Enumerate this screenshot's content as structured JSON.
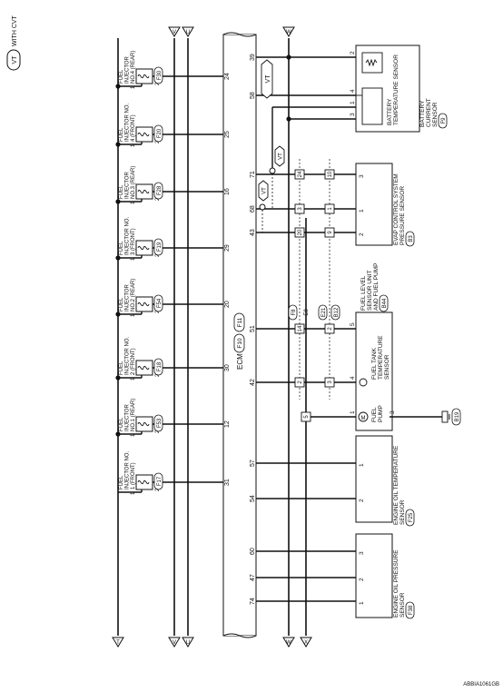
{
  "legend": {
    "badge": "VT",
    "text": "WITH CVT"
  },
  "ecm": {
    "label": "ECM",
    "connectors": [
      "F10",
      "F11"
    ]
  },
  "injectors": [
    {
      "lines": [
        "FUEL",
        "INJECTOR NO.",
        "1 (FRONT)"
      ],
      "connector": "F17",
      "ecm_pin": "31"
    },
    {
      "lines": [
        "FUEL",
        "INJECTOR",
        "NO.1 (REAR)"
      ],
      "connector": "F53",
      "ecm_pin": "12"
    },
    {
      "lines": [
        "FUEL",
        "INJECTOR NO.",
        "2 (FRONT)"
      ],
      "connector": "F18",
      "ecm_pin": "30"
    },
    {
      "lines": [
        "FUEL",
        "INJECTOR",
        "NO.2 (REAR)"
      ],
      "connector": "F54",
      "ecm_pin": "20"
    },
    {
      "lines": [
        "FUEL",
        "INJECTOR NO.",
        "3 (FRONT)"
      ],
      "connector": "F19",
      "ecm_pin": "29"
    },
    {
      "lines": [
        "FUEL",
        "INJECTOR",
        "NO.3 (REAR)"
      ],
      "connector": "F28",
      "ecm_pin": "16"
    },
    {
      "lines": [
        "FUEL",
        "INJECTOR NO.",
        "4 (FRONT)"
      ],
      "connector": "F20",
      "ecm_pin": "25"
    },
    {
      "lines": [
        "FUEL",
        "INJECTOR",
        "NO.4 (REAR)"
      ],
      "connector": "F30",
      "ecm_pin": "24"
    }
  ],
  "rail_terminals": [
    "T",
    "U",
    "V",
    "W",
    "X"
  ],
  "ecm_pins_right": [
    "39",
    "58",
    "71",
    "68",
    "43",
    "51",
    "42",
    "57",
    "54",
    "60",
    "47",
    "74"
  ],
  "battery_sensor": {
    "lines": [
      "BATTERY",
      "CURRENT",
      "SENSOR"
    ],
    "temp_lines": [
      "BATTERY",
      "TEMPERATURE SENSOR"
    ],
    "connector": "F9",
    "pins": [
      "2",
      "4",
      "1",
      "3"
    ]
  },
  "evap_sensor": {
    "lines": [
      "EVAP CONTROL SYSTEM",
      "PRESSURE SENSOR"
    ],
    "connector": "B3",
    "pins": [
      "3",
      "1",
      "2"
    ]
  },
  "fuel_level": {
    "lines": [
      "FUEL LEVEL",
      "SENSOR UNIT",
      "AND FUEL PUMP"
    ],
    "connector": "B44",
    "temp_lines": [
      "FUEL TANK",
      "TEMPERATURE",
      "SENSOR"
    ],
    "pump_lines": [
      "FUEL",
      "PUMP"
    ],
    "pins": [
      "5",
      "4",
      "1",
      "3"
    ],
    "ground": "B19"
  },
  "eot_sensor": {
    "lines": [
      "ENGINE OIL TEMPERATURE",
      "SENSOR"
    ],
    "connector": "F25",
    "pins": [
      "1",
      "2"
    ]
  },
  "eop_sensor": {
    "lines": [
      "ENGINE OIL PRESSURE",
      "SENSOR"
    ],
    "connector": "F38",
    "pins": [
      "3",
      "2",
      "1"
    ]
  },
  "joint_connectors": {
    "columns": [
      {
        "top": "F8",
        "bottom": "E8",
        "pins": [
          "24",
          "3",
          "20",
          "14",
          "2"
        ]
      },
      {
        "top": "E21",
        "bottom": "B12",
        "pins": [
          "10",
          "1",
          "9",
          "2",
          "3",
          "5"
        ]
      }
    ]
  },
  "vt_tags": [
    "VT",
    "VT",
    "VT"
  ],
  "pin2_label": "2",
  "pin1_label": "1",
  "figure_id": "ABBIA1061GB"
}
